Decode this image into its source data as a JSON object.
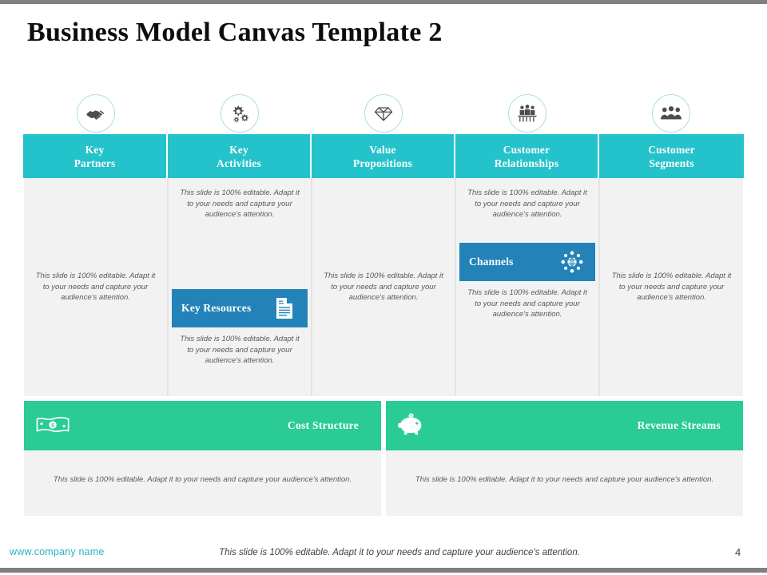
{
  "slide": {
    "title": "Business Model Canvas Template 2",
    "body_text": "This slide is 100% editable. Adapt it to your needs and capture your audience's attention.",
    "colors": {
      "header_teal": "#24C2CA",
      "band_blue": "#2383B8",
      "bar_green": "#2ACB94",
      "cell_gray": "#F2F2F2",
      "link_teal": "#2AB0C6",
      "text_gray": "#59595B"
    }
  },
  "columns": [
    {
      "header": "Key\nPartners",
      "header_line1": "Key",
      "header_line2": "Partners",
      "icon": "handshake-icon",
      "text": "This slide is 100% editable. Adapt it to your needs and capture your audience's attention."
    },
    {
      "header_line1": "Key",
      "header_line2": "Activities",
      "icon": "gears-icon",
      "text_top": "This slide is 100% editable. Adapt it to your needs and capture your audience's attention.",
      "band_label": "Key Resources",
      "band_icon": "document-invoice-icon",
      "text_bottom": "This slide is 100% editable. Adapt it to your needs and capture your audience's attention."
    },
    {
      "header_line1": "Value",
      "header_line2": "Propositions",
      "icon": "diamond-icon",
      "text": "This slide is 100% editable. Adapt it to your needs and capture your audience's attention."
    },
    {
      "header_line1": "Customer",
      "header_line2": "Relationships",
      "icon": "people-meeting-icon",
      "text_top": "This slide is 100% editable. Adapt it to your needs and capture your audience's attention.",
      "band_label": "Channels",
      "band_icon": "network-globe-icon",
      "text_bottom": "This slide is 100% editable. Adapt it to your needs and capture your audience's attention."
    },
    {
      "header_line1": "Customer",
      "header_line2": "Segments",
      "icon": "people-group-icon",
      "text": "This slide is 100% editable. Adapt it to your needs and capture your audience's attention."
    }
  ],
  "bottom": {
    "cost": {
      "label": "Cost Structure",
      "icon": "banknote-dollar-icon",
      "text": "This slide is 100% editable. Adapt it to your needs and capture your audience's attention."
    },
    "revenue": {
      "label": "Revenue Streams",
      "icon": "piggy-bank-icon",
      "text": "This slide is 100% editable. Adapt it to your needs and capture your audience's attention."
    }
  },
  "footer": {
    "company": "www.company name",
    "note": "This slide is 100% editable. Adapt it to your needs and capture your audience's attention.",
    "page_number": "4"
  }
}
